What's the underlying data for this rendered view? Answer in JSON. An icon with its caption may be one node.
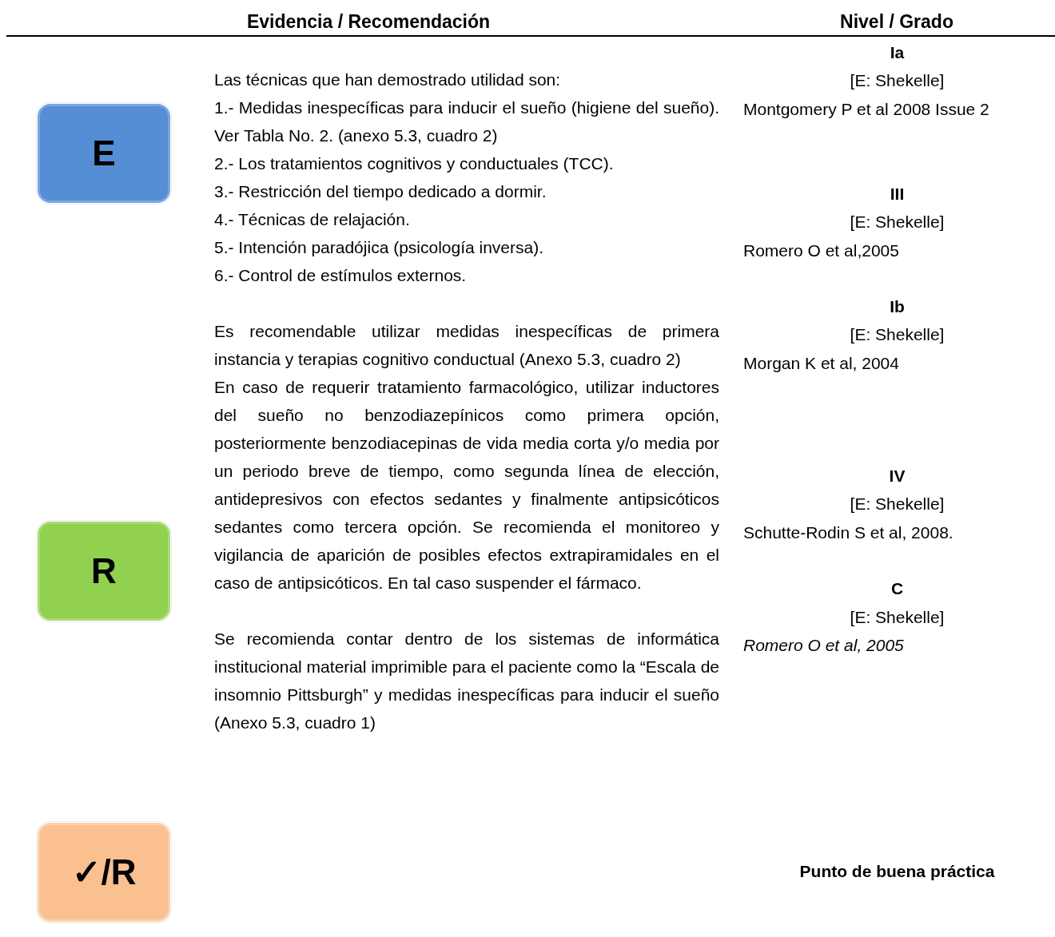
{
  "diagram": {
    "nodes": [
      {
        "text": [
          "E"
        ]
      },
      {
        "text": [
          "R"
        ]
      },
      {
        "text": [
          "✓/R"
        ]
      }
    ],
    "labels": [
      "Evidencia / Recomendación",
      "Nivel / Grado",
      "Las técnicas que han demostrado utilidad son:",
      "1.- Medidas inespecíficas para inducir el sueño (higiene del sueño). Ver Tabla No. 2. (anexo 5.3, cuadro 2)",
      "2.- Los tratamientos cognitivos y conductuales (TCC).",
      "3.- Restricción del tiempo dedicado a dormir.",
      "4.- Técnicas de relajación.",
      "5.- Intención paradójica (psicología inversa).",
      "6.- Control de estímulos externos.",
      "Ia",
      "[E: Shekelle]",
      "Montgomery P et al 2008 Issue 2",
      "III",
      "[E: Shekelle]",
      "Romero O et al,2005",
      "Ib",
      "[E: Shekelle]",
      "Morgan K et al, 2004",
      "Es recomendable utilizar medidas inespecíficas de primera instancia y terapias cognitivo conductual (Anexo 5.3, cuadro 2)",
      "En caso de requerir tratamiento farmacológico, utilizar inductores del sueño no benzodiazepínicos como primera opción, posteriormente benzodiacepinas de vida media corta y/o media por un periodo breve de tiempo, como segunda línea de elección, antidepresivos con efectos sedantes y finalmente antipsicóticos sedantes como tercera opción. Se recomienda el monitoreo y vigilancia de aparición de posibles efectos extrapiramidales en el caso de antipsicóticos. En tal caso suspender el fármaco.",
      "IV",
      "[E: Shekelle]",
      "Schutte-Rodin S et al, 2008.",
      "C",
      "[E: Shekelle]",
      "Romero O et al, 2005",
      "Se recomienda contar dentro de los sistemas de informática institucional material imprimible para el paciente como la “Escala de insomnio Pittsburgh” y medidas inespecíficas para inducir el sueño (Anexo 5.3, cuadro 1)",
      "Punto de buena práctica"
    ]
  }
}
